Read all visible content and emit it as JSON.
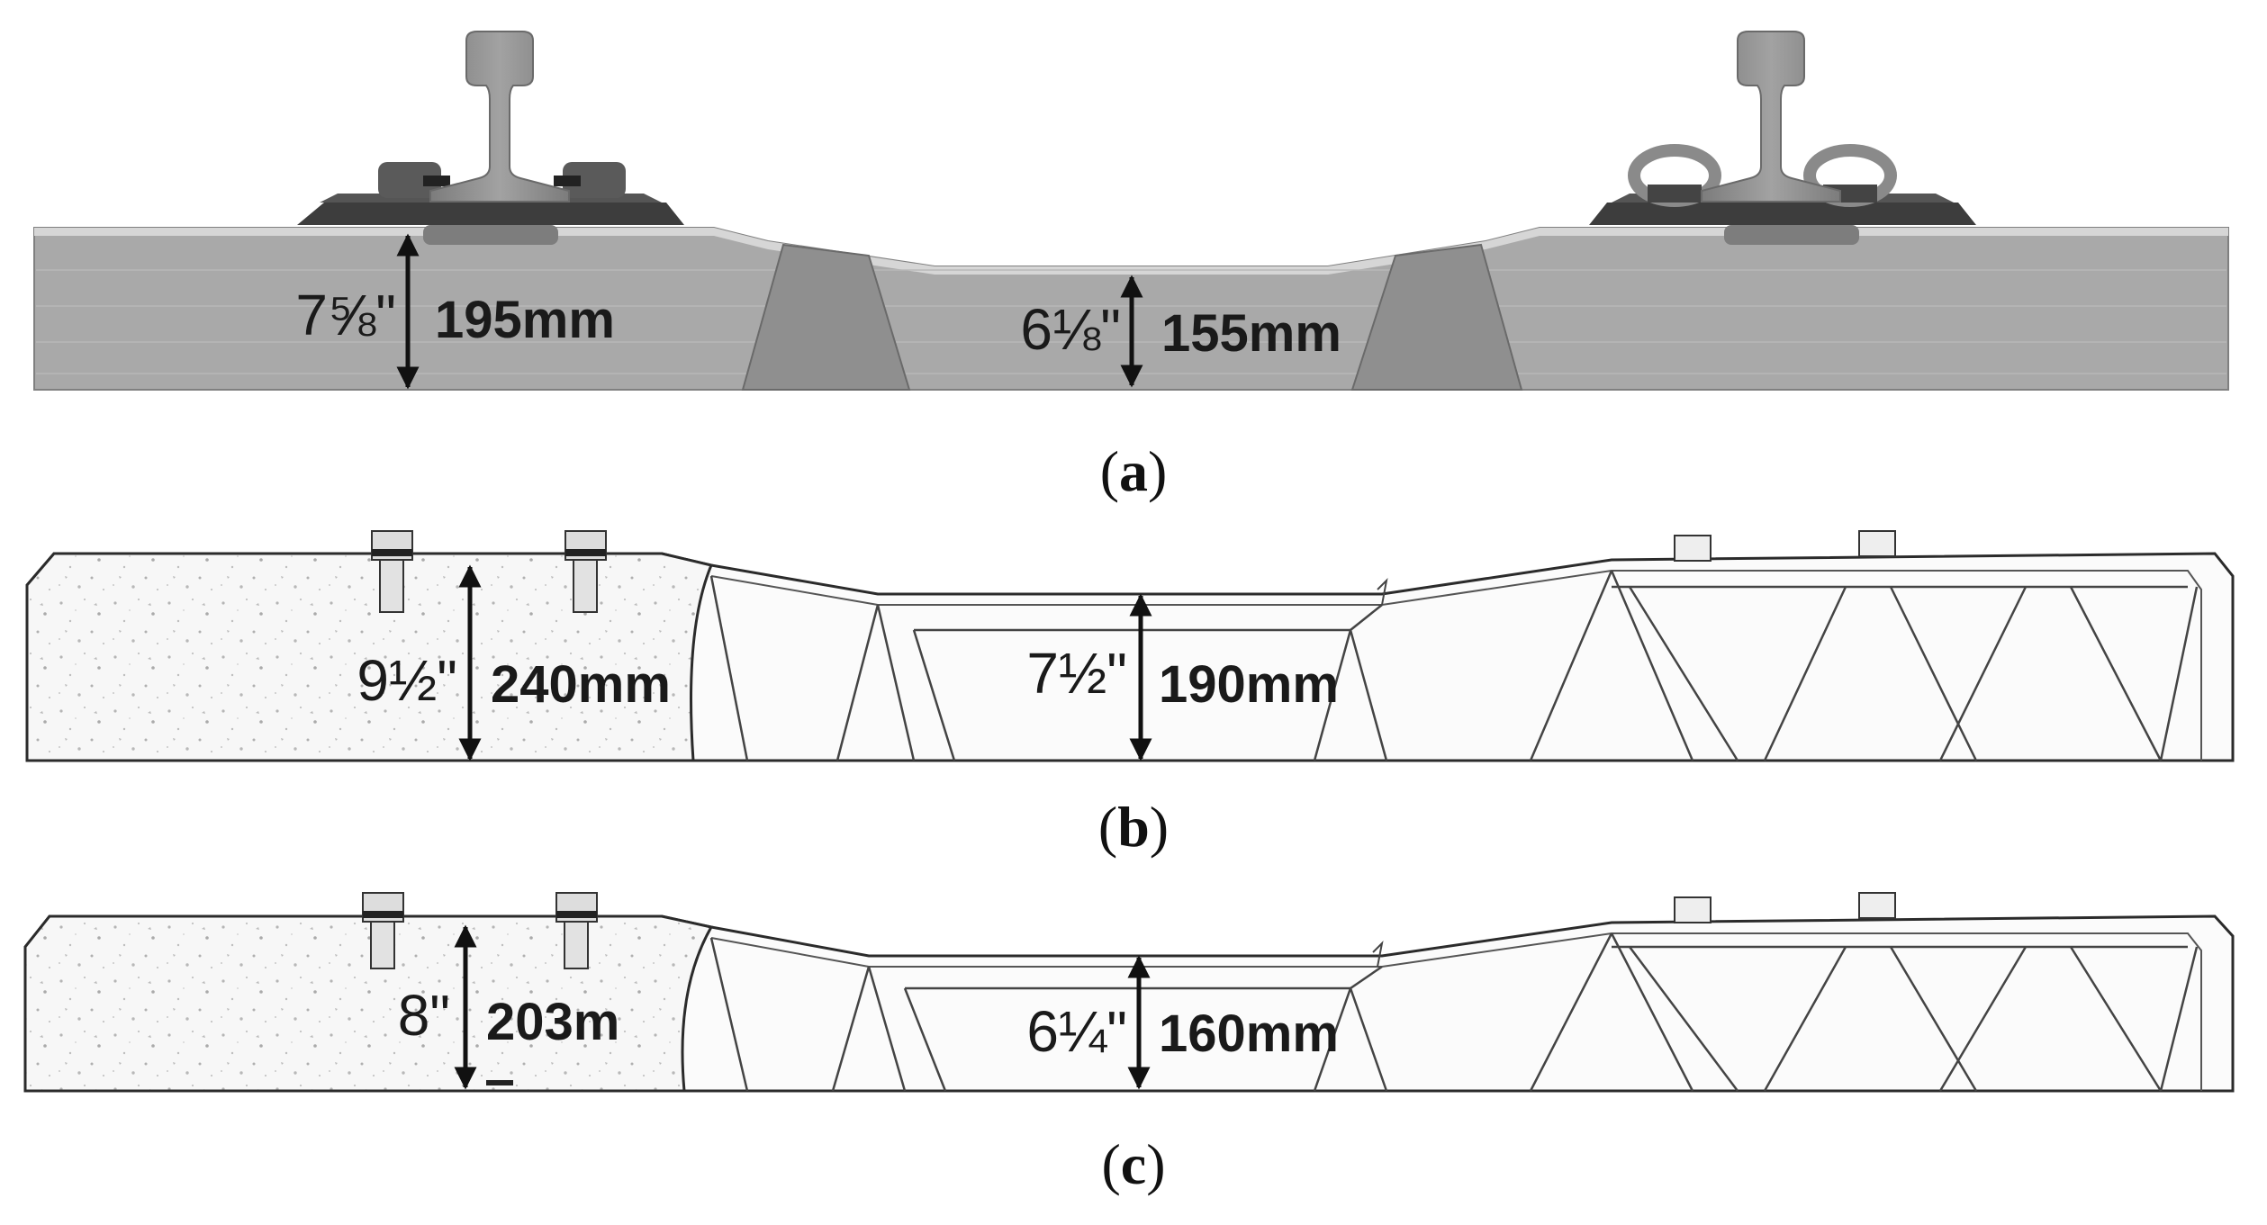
{
  "panels": [
    {
      "caption_open": "(",
      "caption_letter": "a",
      "caption_close": ")",
      "rail_seat": {
        "inch": "7⅝\"",
        "mm": "195mm"
      },
      "center": {
        "inch": "6⅛\"",
        "mm": "155mm"
      }
    },
    {
      "caption_open": "(",
      "caption_letter": "b",
      "caption_close": ")",
      "rail_seat": {
        "inch": "9½\"",
        "mm": "240mm"
      },
      "center": {
        "inch": "7½\"",
        "mm": "190mm"
      }
    },
    {
      "caption_open": "(",
      "caption_letter": "c",
      "caption_close": ")",
      "rail_seat": {
        "inch": "8\"",
        "mm": "203m"
      },
      "center": {
        "inch": "6¼\"",
        "mm": "160mm"
      }
    }
  ],
  "colors": {
    "concrete_sleeper": "#a8a8a8",
    "rail": "#8a8a8a",
    "composite_fill": "#f6f6f6",
    "outline": "#2b2b2b"
  }
}
